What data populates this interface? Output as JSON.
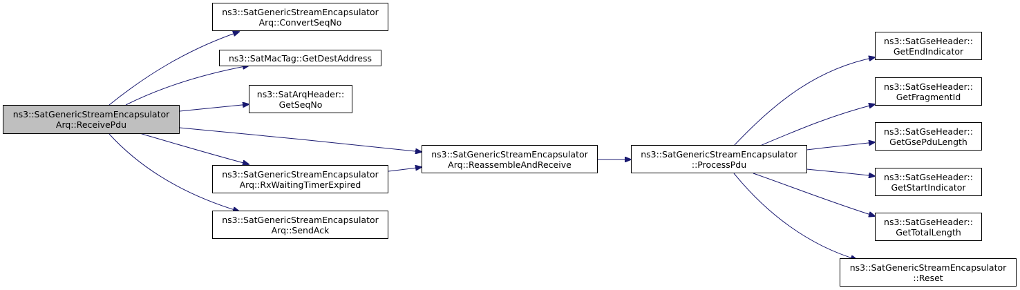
{
  "colors": {
    "edge": "#191970",
    "root_fill": "#bfbfbf",
    "node_fill": "#ffffff",
    "node_border": "#000000"
  },
  "nodes": {
    "receive_pdu": {
      "line1": "ns3::SatGenericStreamEncapsulator",
      "line2": "Arq::ReceivePdu"
    },
    "convert_seq_no": {
      "line1": "ns3::SatGenericStreamEncapsulator",
      "line2": "Arq::ConvertSeqNo"
    },
    "get_dest_address": {
      "line1": "ns3::SatMacTag::GetDestAddress"
    },
    "get_seq_no": {
      "line1": "ns3::SatArqHeader::",
      "line2": "GetSeqNo"
    },
    "rx_waiting_timer": {
      "line1": "ns3::SatGenericStreamEncapsulator",
      "line2": "Arq::RxWaitingTimerExpired"
    },
    "send_ack": {
      "line1": "ns3::SatGenericStreamEncapsulator",
      "line2": "Arq::SendAck"
    },
    "reassemble": {
      "line1": "ns3::SatGenericStreamEncapsulator",
      "line2": "Arq::ReassembleAndReceive"
    },
    "process_pdu": {
      "line1": "ns3::SatGenericStreamEncapsulator",
      "line2": "::ProcessPdu"
    },
    "get_end_indicator": {
      "line1": "ns3::SatGseHeader::",
      "line2": "GetEndIndicator"
    },
    "get_fragment_id": {
      "line1": "ns3::SatGseHeader::",
      "line2": "GetFragmentId"
    },
    "get_gse_pdu_length": {
      "line1": "ns3::SatGseHeader::",
      "line2": "GetGsePduLength"
    },
    "get_start_indicator": {
      "line1": "ns3::SatGseHeader::",
      "line2": "GetStartIndicator"
    },
    "get_total_length": {
      "line1": "ns3::SatGseHeader::",
      "line2": "GetTotalLength"
    },
    "reset": {
      "line1": "ns3::SatGenericStreamEncapsulator",
      "line2": "::Reset"
    }
  },
  "edges": [
    [
      "receive_pdu",
      "convert_seq_no"
    ],
    [
      "receive_pdu",
      "get_dest_address"
    ],
    [
      "receive_pdu",
      "get_seq_no"
    ],
    [
      "receive_pdu",
      "reassemble"
    ],
    [
      "receive_pdu",
      "rx_waiting_timer"
    ],
    [
      "receive_pdu",
      "send_ack"
    ],
    [
      "rx_waiting_timer",
      "reassemble"
    ],
    [
      "reassemble",
      "process_pdu"
    ],
    [
      "process_pdu",
      "get_end_indicator"
    ],
    [
      "process_pdu",
      "get_fragment_id"
    ],
    [
      "process_pdu",
      "get_gse_pdu_length"
    ],
    [
      "process_pdu",
      "get_start_indicator"
    ],
    [
      "process_pdu",
      "get_total_length"
    ],
    [
      "process_pdu",
      "reset"
    ]
  ]
}
